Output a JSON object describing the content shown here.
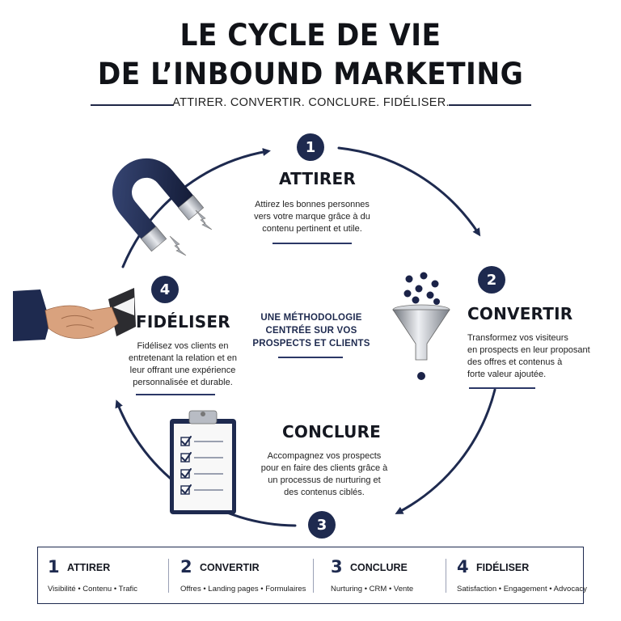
{
  "title_line1": "LE CYCLE DE VIE",
  "title_line2": "DE L’INBOUND MARKETING",
  "subtitle": "ATTIRER. CONVERTIR. CONCLURE. FIDÉLISER.",
  "center_text": [
    "UNE MÉTHODOLOGIE",
    "CENTRÉE SUR VOS",
    "PROSPECTS ET CLIENTS"
  ],
  "colors": {
    "navy": "#1e2a4f",
    "text": "#151821"
  },
  "stages": [
    {
      "number": "1",
      "title": "ATTIRER",
      "icon": "magnet-icon",
      "desc": [
        "Attirez les bonnes personnes",
        "vers votre marque grâce à du",
        "contenu pertinent et utile."
      ]
    },
    {
      "number": "2",
      "title": "CONVERTIR",
      "icon": "funnel-icon",
      "desc": [
        "Transformez vos visiteurs",
        "en prospects en leur proposant",
        "des offres et contenus à",
        "forte valeur ajoutée."
      ]
    },
    {
      "number": "3",
      "title": "CONCLURE",
      "icon": "clipboard-checklist-icon",
      "desc": [
        "Accompagnez vos prospects",
        "pour en faire des clients grâce à",
        "un processus de nurturing et",
        "des contenus ciblés."
      ]
    },
    {
      "number": "4",
      "title": "FIDÉLISER",
      "icon": "handshake-icon",
      "desc": [
        "Fidélisez vos clients en",
        "entretenant la relation et en",
        "leur offrant une expérience",
        "personnalisée et durable."
      ]
    }
  ],
  "summary": [
    {
      "number": "1",
      "title": "ATTIRER",
      "detail": "Visibilité • Contenu • Trafic"
    },
    {
      "number": "2",
      "title": "CONVERTIR",
      "detail": "Offres • Landing pages • Formulaires"
    },
    {
      "number": "3",
      "title": "CONCLURE",
      "detail": "Nurturing • CRM • Vente"
    },
    {
      "number": "4",
      "title": "FIDÉLISER",
      "detail": "Satisfaction • Engagement • Advocacy"
    }
  ]
}
